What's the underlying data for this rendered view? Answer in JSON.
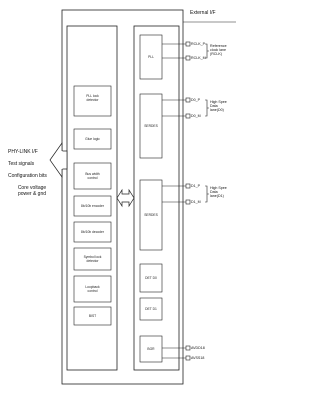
{
  "title": "External I/F",
  "left_labels": {
    "interface": "PHY-LINK I/F",
    "test": "Test signals",
    "config": "Configuration bits",
    "core": "Core voltage\npower & gnd"
  },
  "left_blocks": [
    "PLL lock\ndetector",
    "Glue logic",
    "Bus width\ncontrol",
    "8b/10b encoder",
    "8b/10b decoder",
    "Symbol lock\ndetector",
    "Loopback\ncontrol",
    "BIST"
  ],
  "right_blocks": [
    "PLL",
    "SERDES",
    "SERDES",
    "DET D0",
    "DET D1",
    "BGR"
  ],
  "pins": [
    "RCLK_P",
    "RCLK_M",
    "D0_P",
    "D0_M",
    "D1_P",
    "D1_M",
    "AVDD18",
    "AVSS18"
  ],
  "side_labels": {
    "refclk": "Reference\nclock lane\n(RCLK)",
    "d0": "High Spee\nData\nlane(D0)",
    "d1": "High Spee\nData\nlane(D1)"
  },
  "colors": {
    "line": "#222222",
    "background": "#ffffff"
  }
}
